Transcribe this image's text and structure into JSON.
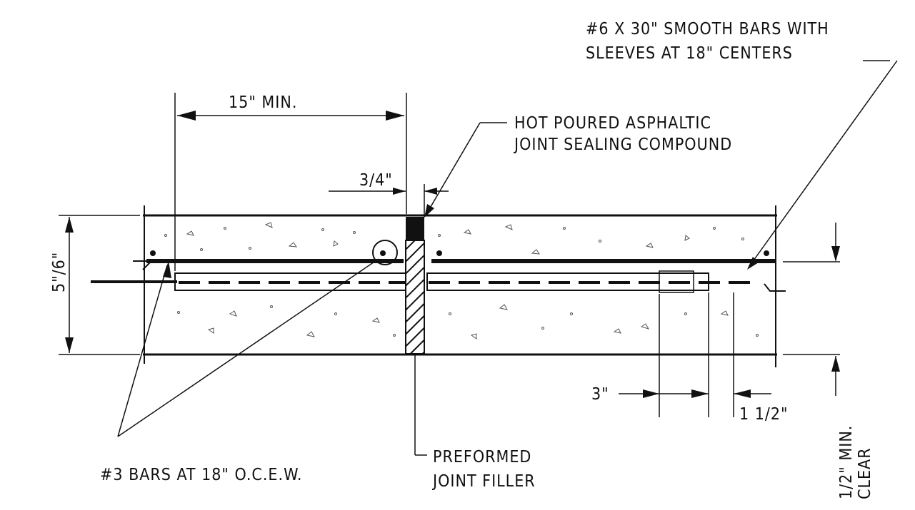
{
  "labels": {
    "smooth_bars_line1": "#6 X 30\" SMOOTH BARS WITH",
    "smooth_bars_line2": "SLEEVES AT 18\" CENTERS",
    "min_15": "15\"  MIN.",
    "asphalt_line1": "HOT POURED ASPHALTIC",
    "asphalt_line2": "JOINT SEALING COMPOUND",
    "three_quarter": "3/4\"",
    "thickness": "5\"/6\"",
    "three_in": "3\"",
    "one_half": "1 1/2\"",
    "min_clear_line1": "1/2\" MIN.",
    "min_clear_line2": "CLEAR",
    "bars_3": "#3 BARS AT 18\" O.C.E.W.",
    "preformed_line1": "PREFORMED",
    "preformed_line2": "JOINT FILLER"
  }
}
